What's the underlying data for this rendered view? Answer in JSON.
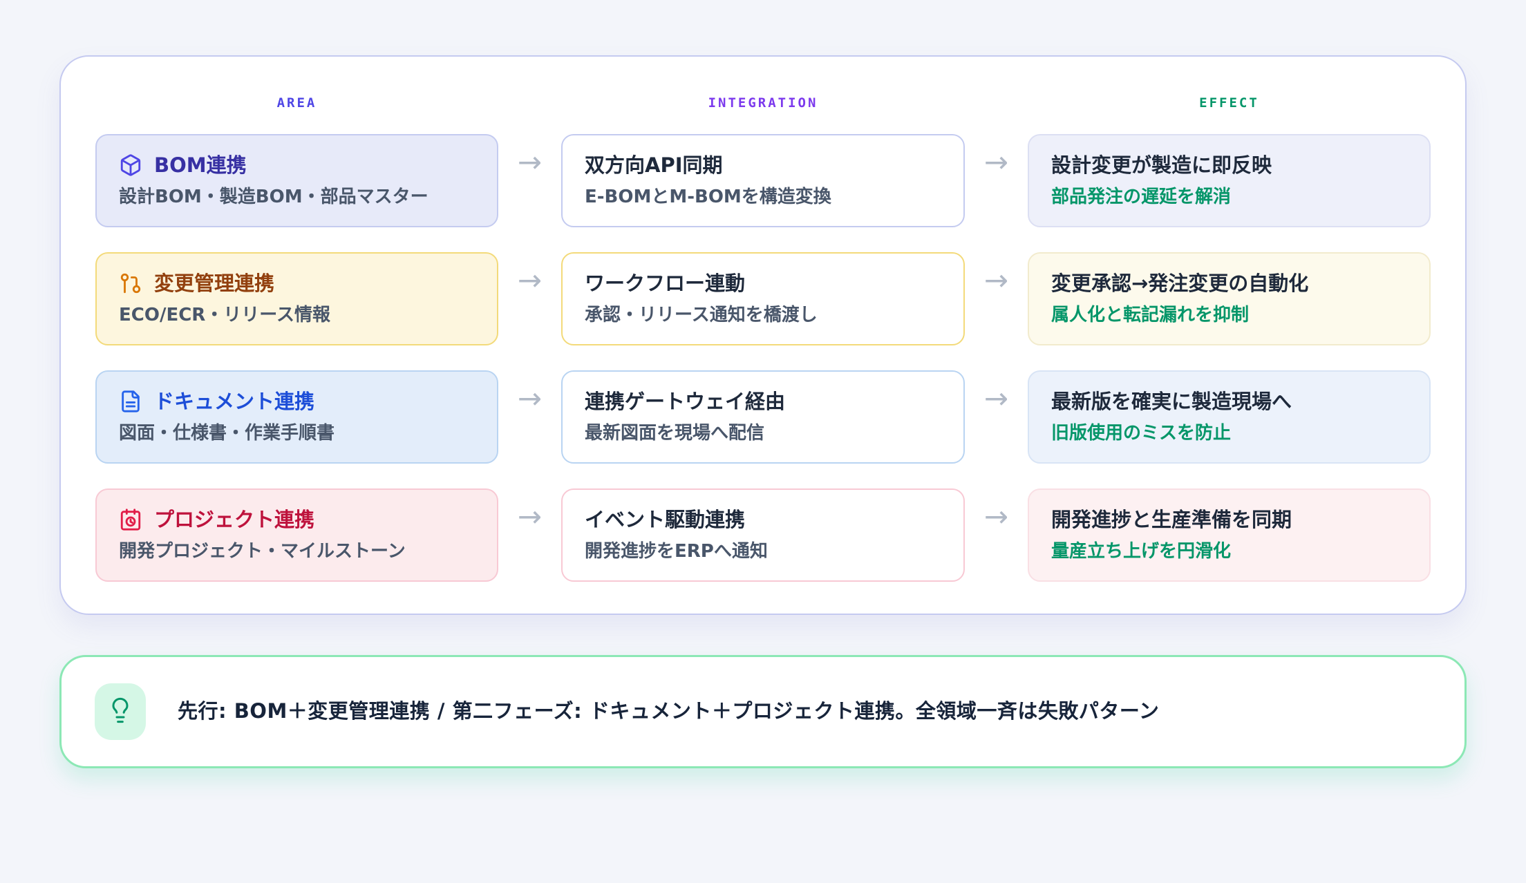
{
  "board": {
    "columns": [
      {
        "id": "area",
        "label": "AREA",
        "color": "#4f46e5"
      },
      {
        "id": "integration",
        "label": "INTEGRATION",
        "color": "#7c3aed"
      },
      {
        "id": "effect",
        "label": "EFFECT",
        "color": "#059669"
      }
    ],
    "arrow": "→",
    "rows": [
      {
        "theme": "indigo",
        "area": {
          "icon": "package-icon",
          "title": "BOM連携",
          "subtitle": "設計BOM・製造BOM・部品マスター"
        },
        "integration": {
          "title": "双方向API同期",
          "subtitle": "E-BOMとM-BOMを構造変換"
        },
        "effect": {
          "title": "設計変更が製造に即反映",
          "subtitle": "部品発注の遅延を解消"
        }
      },
      {
        "theme": "amber",
        "area": {
          "icon": "git-branch-icon",
          "title": "変更管理連携",
          "subtitle": "ECO/ECR・リリース情報"
        },
        "integration": {
          "title": "ワークフロー連動",
          "subtitle": "承認・リリース通知を橋渡し"
        },
        "effect": {
          "title": "変更承認→発注変更の自動化",
          "subtitle": "属人化と転記漏れを抑制"
        }
      },
      {
        "theme": "blue",
        "area": {
          "icon": "file-text-icon",
          "title": "ドキュメント連携",
          "subtitle": "図面・仕様書・作業手順書"
        },
        "integration": {
          "title": "連携ゲートウェイ経由",
          "subtitle": "最新図面を現場へ配信"
        },
        "effect": {
          "title": "最新版を確実に製造現場へ",
          "subtitle": "旧版使用のミスを防止"
        }
      },
      {
        "theme": "rose",
        "area": {
          "icon": "calendar-clock-icon",
          "title": "プロジェクト連携",
          "subtitle": "開発プロジェクト・マイルストーン"
        },
        "integration": {
          "title": "イベント駆動連携",
          "subtitle": "開発進捗をERPへ通知"
        },
        "effect": {
          "title": "開発進捗と生産準備を同期",
          "subtitle": "量産立ち上げを円滑化"
        }
      }
    ]
  },
  "note": {
    "icon": "lightbulb-icon",
    "text": "先行: BOM＋変更管理連携 / 第二フェーズ: ドキュメント＋プロジェクト連携。全領域一斉は失敗パターン"
  },
  "palette": {
    "page_bg": "#f3f5fa",
    "panel_border": "#c5caf0",
    "title_navy": "#1e293b",
    "subtitle_slate": "#49566a",
    "effect_green": "#059669",
    "arrow_gray": "#b1b9c6",
    "indigo_accent": "#4f46e5",
    "amber_accent": "#d97706",
    "blue_accent": "#2563eb",
    "rose_accent": "#e11d48",
    "note_border": "#8ce8b5",
    "note_icon_bg": "#d5f7e6"
  }
}
